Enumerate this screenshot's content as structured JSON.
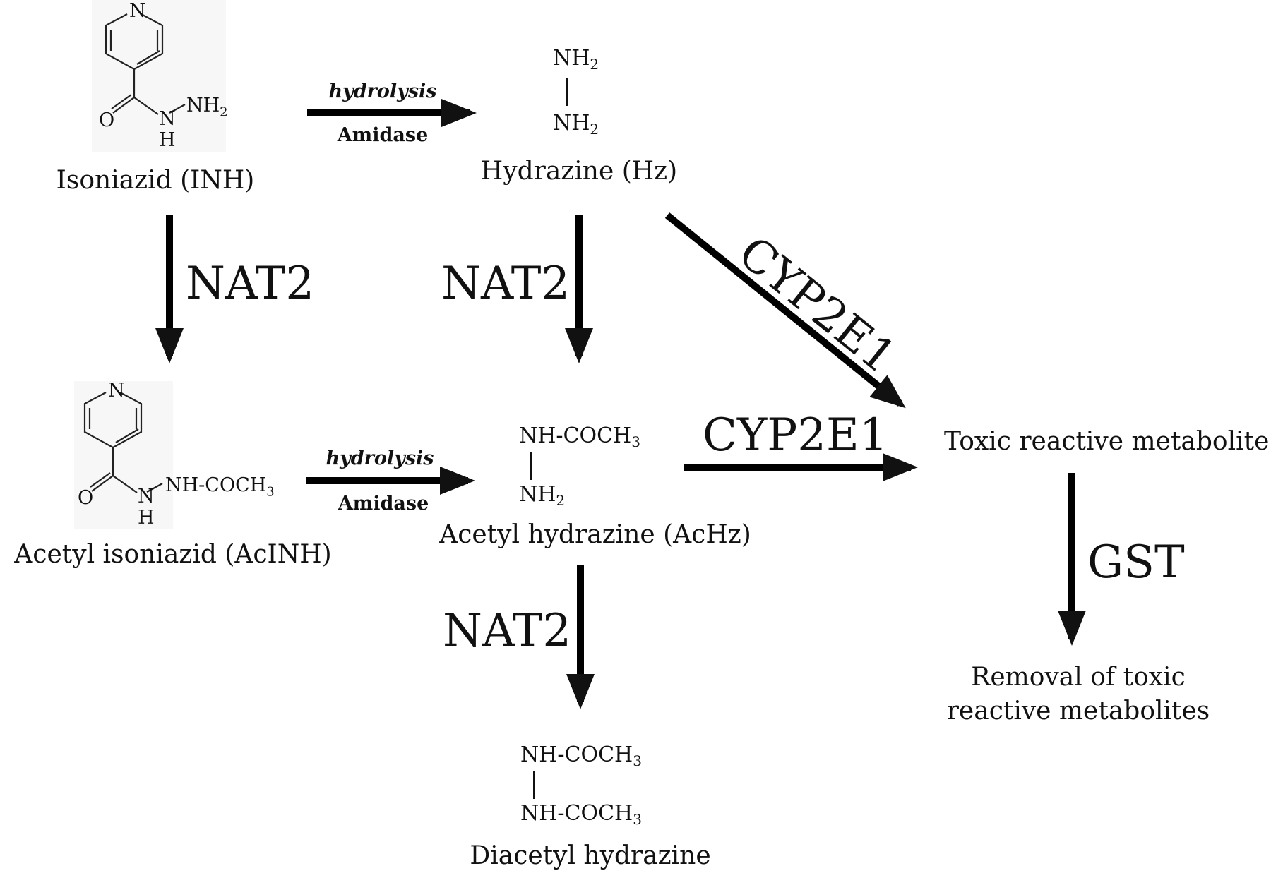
{
  "isoniazid": {
    "name": "Isoniazid (INH)",
    "atom_n": "N",
    "atom_o": "O",
    "atom_nh": "N",
    "atom_h": "H",
    "atom_nh2": "NH",
    "sub2": "2"
  },
  "acetyl_isoniazid": {
    "name": "Acetyl isoniazid (AcINH)",
    "atom_n": "N",
    "atom_o": "O",
    "atom_nh": "N",
    "atom_h": "H",
    "side": "NH-COCH",
    "sub3": "3"
  },
  "hydrazine": {
    "name": "Hydrazine (Hz)",
    "top": "NH",
    "bottom": "NH",
    "sub": "2"
  },
  "acetyl_hydrazine": {
    "name": "Acetyl hydrazine (AcHz)",
    "top": "NH-COCH",
    "top_sub": "3",
    "bottom": "NH",
    "bottom_sub": "2"
  },
  "diacetyl_hydrazine": {
    "name": "Diacetyl hydrazine",
    "top": "NH-COCH",
    "top_sub": "3",
    "bottom": "NH-COCH",
    "bottom_sub": "3"
  },
  "toxic": {
    "name": "Toxic reactive metabolite"
  },
  "removal": {
    "line1": "Removal of toxic",
    "line2": "reactive metabolites"
  },
  "reactions": {
    "hydrolysis_top": {
      "process": "hydrolysis",
      "enzyme": "Amidase"
    },
    "hydrolysis_bottom": {
      "process": "hydrolysis",
      "enzyme": "Amidase"
    },
    "nat2_inh": "NAT2",
    "nat2_hz": "NAT2",
    "nat2_achz": "NAT2",
    "cyp2e1_diag": "CYP2E1",
    "cyp2e1_horiz": "CYP2E1",
    "gst": "GST"
  }
}
